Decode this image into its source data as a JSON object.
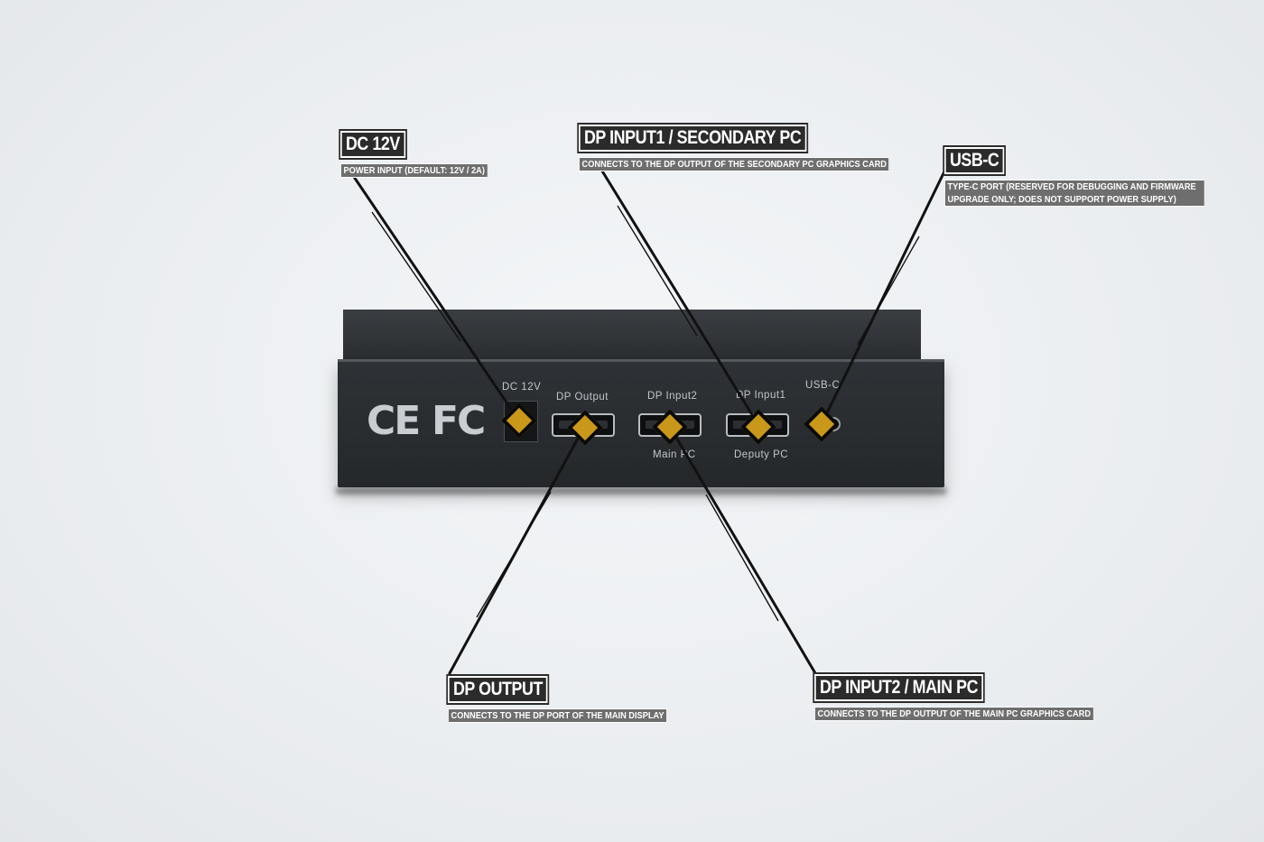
{
  "device": {
    "certifications": {
      "ce": "CE",
      "fcc": "FC"
    },
    "port_labels": {
      "dc12v": "DC 12V",
      "dp_output": "DP Output",
      "dp_input2": "DP Input2",
      "dp_input1": "DP Input1",
      "usbc": "USB-C",
      "main_pc": "Main PC",
      "deputy_pc": "Deputy PC"
    }
  },
  "callouts": {
    "dc12v": {
      "title": "DC 12V",
      "desc": "POWER INPUT (DEFAULT: 12V / 2A)"
    },
    "dp_input1": {
      "title": "DP INPUT1 / SECONDARY PC",
      "desc": "CONNECTS TO THE DP OUTPUT OF THE SECONDARY PC GRAPHICS CARD"
    },
    "usbc": {
      "title": "USB-C",
      "desc": "TYPE-C PORT (RESERVED FOR DEBUGGING AND FIRMWARE UPGRADE ONLY; DOES NOT SUPPORT POWER SUPPLY)"
    },
    "dp_output": {
      "title": "DP OUTPUT",
      "desc": "CONNECTS TO THE DP PORT OF THE MAIN DISPLAY"
    },
    "dp_input2": {
      "title": "DP INPUT2 / MAIN PC",
      "desc": "CONNECTS TO THE DP OUTPUT OF THE MAIN PC GRAPHICS CARD"
    }
  },
  "colors": {
    "marker": "#c9971a",
    "callout_title_bg": "#2b2b2b",
    "callout_desc_bg": "#6e6e6e",
    "device": "#2a2d30"
  }
}
